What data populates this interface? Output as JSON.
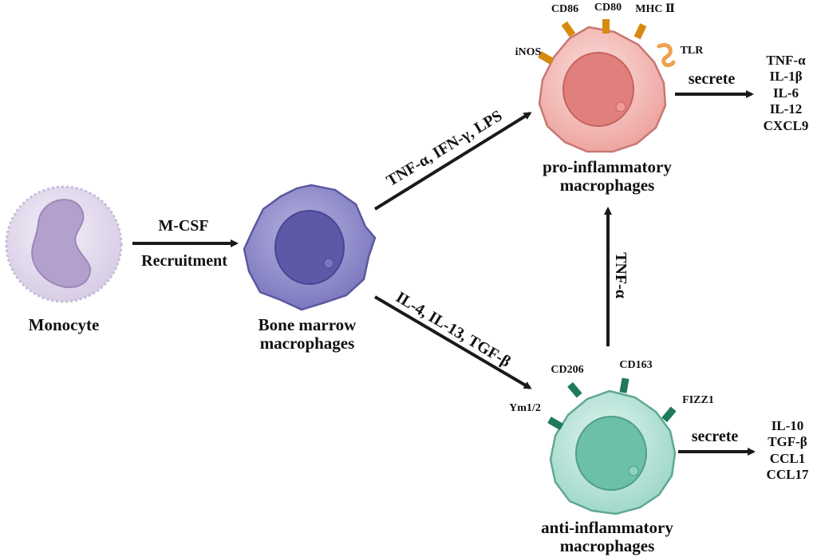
{
  "cells": {
    "monocyte": {
      "label": "Monocyte",
      "color": "#d8cde6"
    },
    "bone_marrow": {
      "label": "Bone marrow\nmacrophages",
      "color": "#8a86c6"
    },
    "pro_inflammatory": {
      "label": "pro-inflammatory\nmacrophages",
      "color": "#f2b4b0"
    },
    "anti_inflammatory": {
      "label": "anti-inflammatory\nmacrophages",
      "color": "#a9dccf"
    }
  },
  "arrows": {
    "recruitment": {
      "top": "M-CSF",
      "bottom": "Recruitment"
    },
    "to_pro": "TNF-α, IFN-γ, LPS",
    "to_anti": "IL-4, IL-13, TGF-β",
    "anti_to_pro": "TNF-α",
    "pro_secrete": "secrete",
    "anti_secrete": "secrete"
  },
  "pro_markers": [
    "CD86",
    "CD80",
    "MHC Ⅱ",
    "iNOS",
    "TLR"
  ],
  "anti_markers": [
    "CD206",
    "CD163",
    "Ym1/2",
    "FIZZ1"
  ],
  "pro_secretions": [
    "TNF-α",
    "IL-1β",
    "IL-6",
    "IL-12",
    "CXCL9"
  ],
  "anti_secretions": [
    "IL-10",
    "TGF-β",
    "CCL1",
    "CCL17"
  ],
  "colors": {
    "arrow": "#1a1a1a",
    "pro_marker": "#d68a10",
    "anti_marker": "#1f7a5c",
    "tlr": "#f0a050"
  }
}
